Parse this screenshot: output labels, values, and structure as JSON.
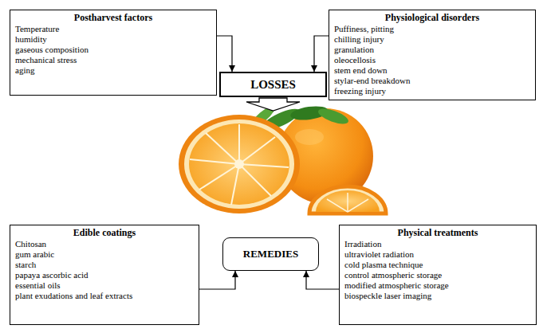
{
  "diagram": {
    "nodes": [
      {
        "text": [
          "Postharvest factors",
          "Temperature",
          "humidity",
          "gaseous composition",
          "mechanical stress",
          "aging"
        ]
      },
      {
        "text": [
          "Physiological disorders",
          "Puffiness, pitting",
          "chilling injury",
          "granulation",
          "oleocellosis",
          "stem end down",
          "stylar-end breakdown",
          "freezing injury"
        ]
      },
      {
        "text": [
          "LOSSES"
        ]
      },
      {
        "text": [
          "Edible coatings",
          "Chitosan",
          "gum arabic",
          "starch",
          "papaya ascorbic acid",
          "essential oils",
          "plant exudations and leaf extracts"
        ]
      },
      {
        "text": [
          "REMEDIES"
        ]
      },
      {
        "text": [
          "Physical treatments",
          "Irradiation",
          "ultraviolet radiation",
          "cold plasma technique",
          "control atmospheric storage",
          "modified atmospheric storage",
          "biospeckle laser imaging"
        ]
      }
    ],
    "edges": [
      {
        "from": 0,
        "to": 2,
        "arrow": "to"
      },
      {
        "from": 1,
        "to": 2,
        "arrow": "to"
      },
      {
        "from": 3,
        "to": 4,
        "arrow": "to"
      },
      {
        "from": 5,
        "to": 4,
        "arrow": "to"
      }
    ]
  }
}
